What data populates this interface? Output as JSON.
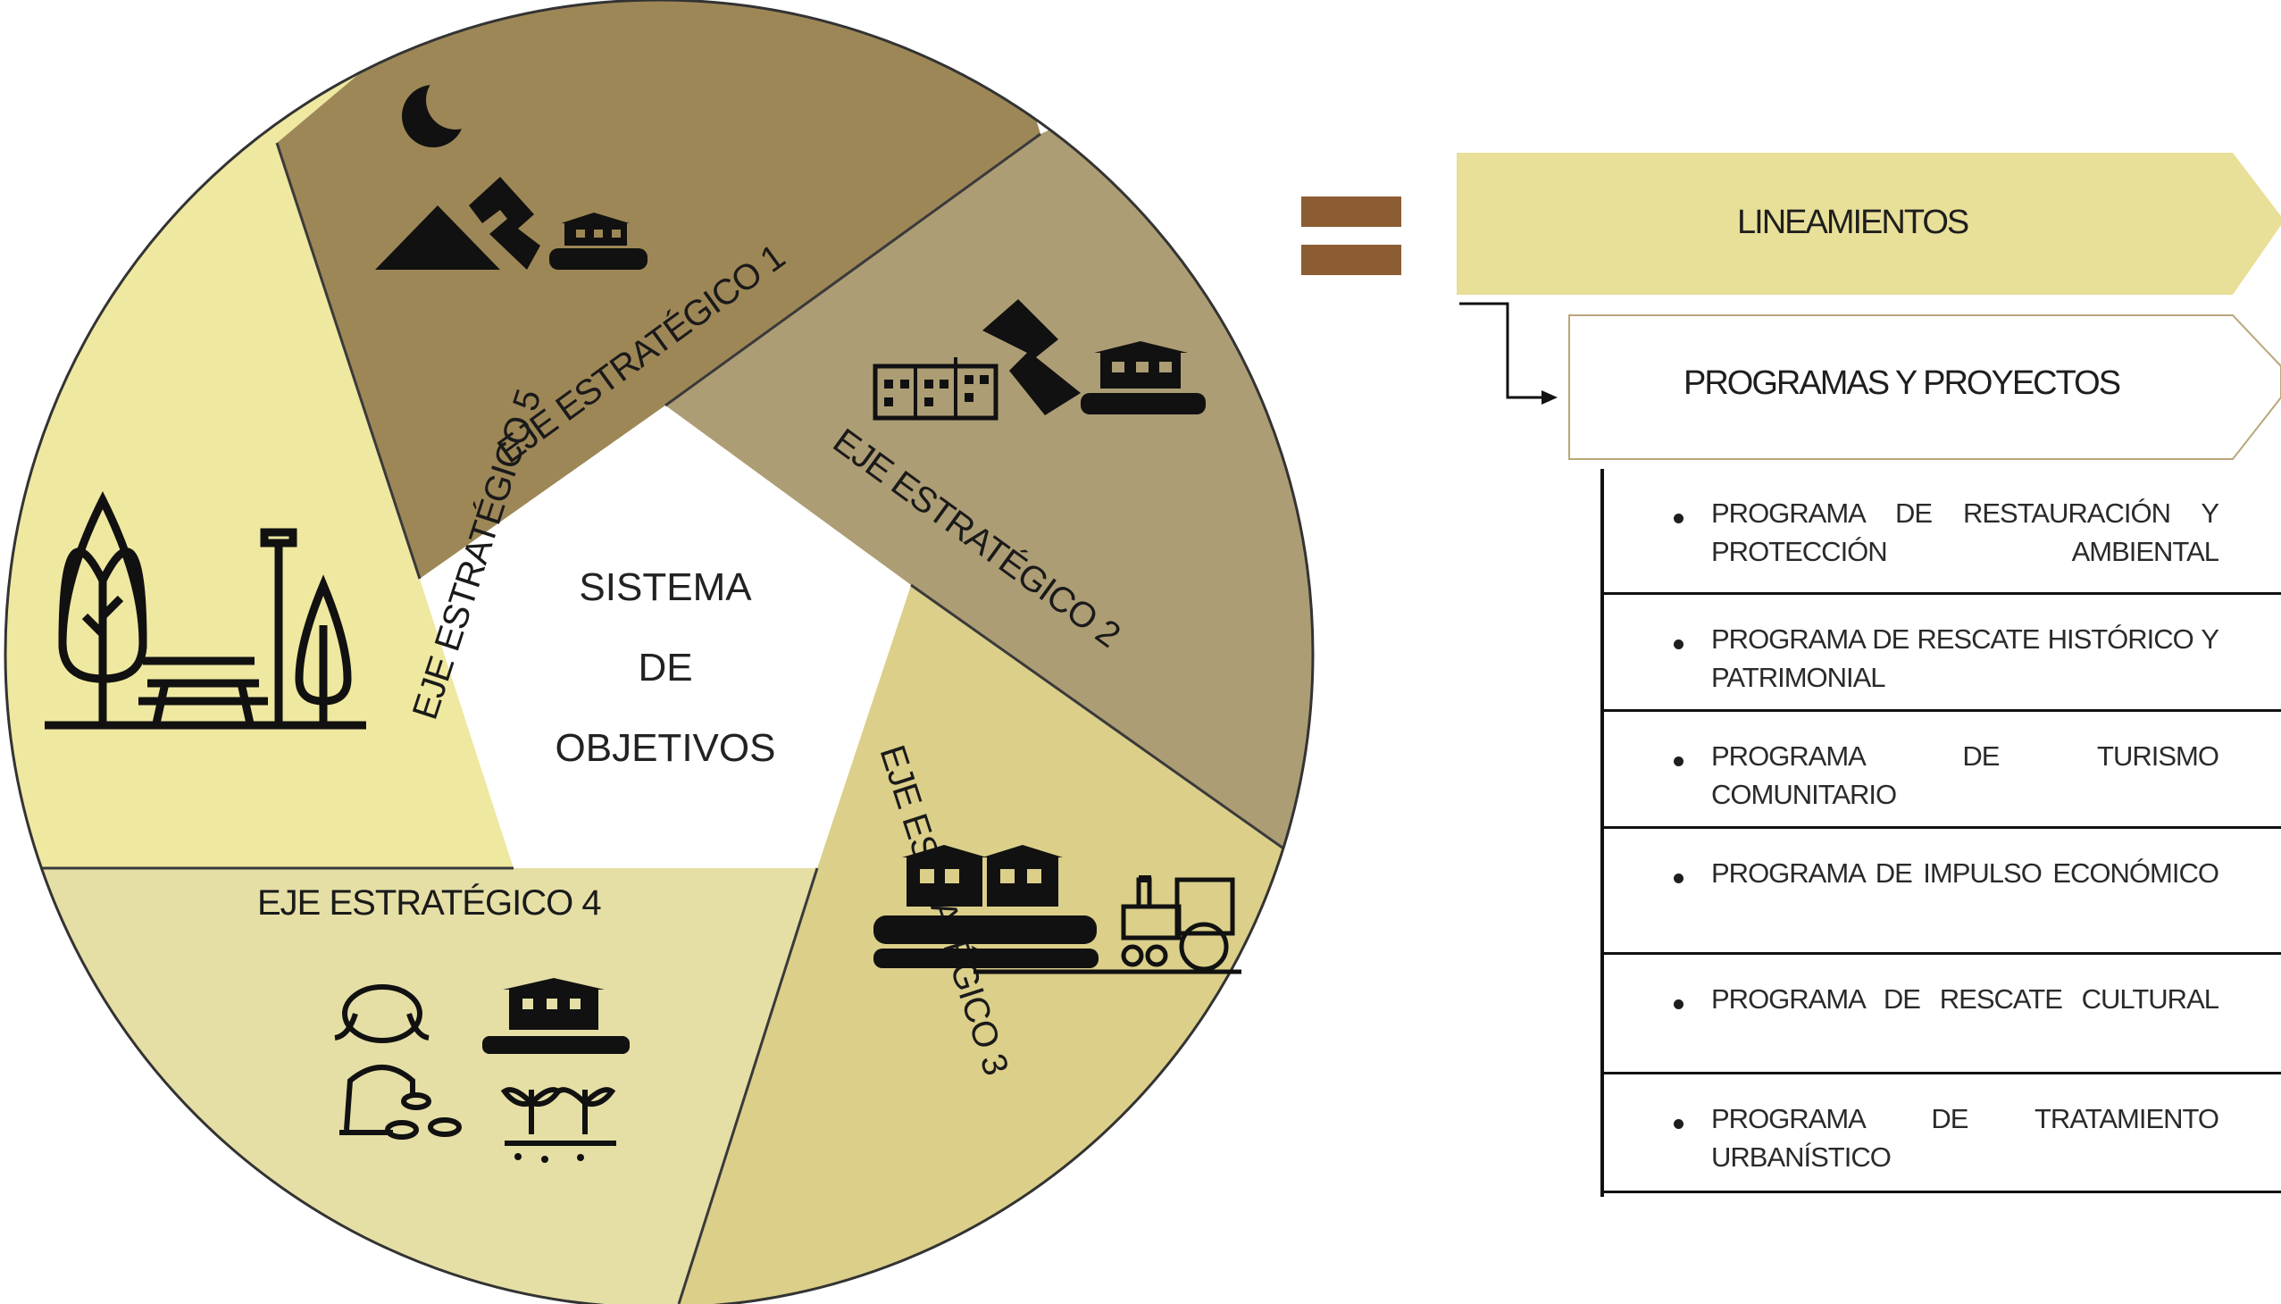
{
  "center": {
    "line1": "SISTEMA",
    "line2": "DE",
    "line3": "OBJETIVOS"
  },
  "axes": [
    {
      "label": "EJE ESTRATÉGICO 1",
      "color": "#9e8757"
    },
    {
      "label": "EJE ESTRATÉGICO 2",
      "color": "#ad9d74"
    },
    {
      "label": "EJE ESTRATÉGICO 3",
      "color": "#dbcf8a"
    },
    {
      "label": "EJE ESTRATÉGICO 4",
      "color": "#e5dfa6"
    },
    {
      "label": "EJE ESTRATÉGICO 5",
      "color": "#efe8a0"
    }
  ],
  "icons": {
    "axis1": "moon-mountains-houses-icon",
    "axis2": "buildings-mountains-houses-icon",
    "axis3": "houses-train-icon",
    "axis4": "girl-coins-plants-icon",
    "axis5": "park-trees-bench-lamp-icon"
  },
  "colors": {
    "equals": "#8c5d33",
    "lineamientos_fill": "#e8df98",
    "programas_border": "#b9a77a"
  },
  "lineamientos_label": "LINEAMIENTOS",
  "programas_label": "PROGRAMAS Y PROYECTOS",
  "programs": [
    "PROGRAMA DE RESTAURACIÓN Y PROTECCIÓN AMBIENTAL",
    "PROGRAMA DE RESCATE HISTÓRICO Y PATRIMONIAL",
    "PROGRAMA DE TURISMO COMUNITARIO",
    "PROGRAMA DE IMPULSO ECONÓMICO",
    "PROGRAMA DE RESCATE CULTURAL",
    "PROGRAMA DE TRATAMIENTO URBANÍSTICO"
  ]
}
